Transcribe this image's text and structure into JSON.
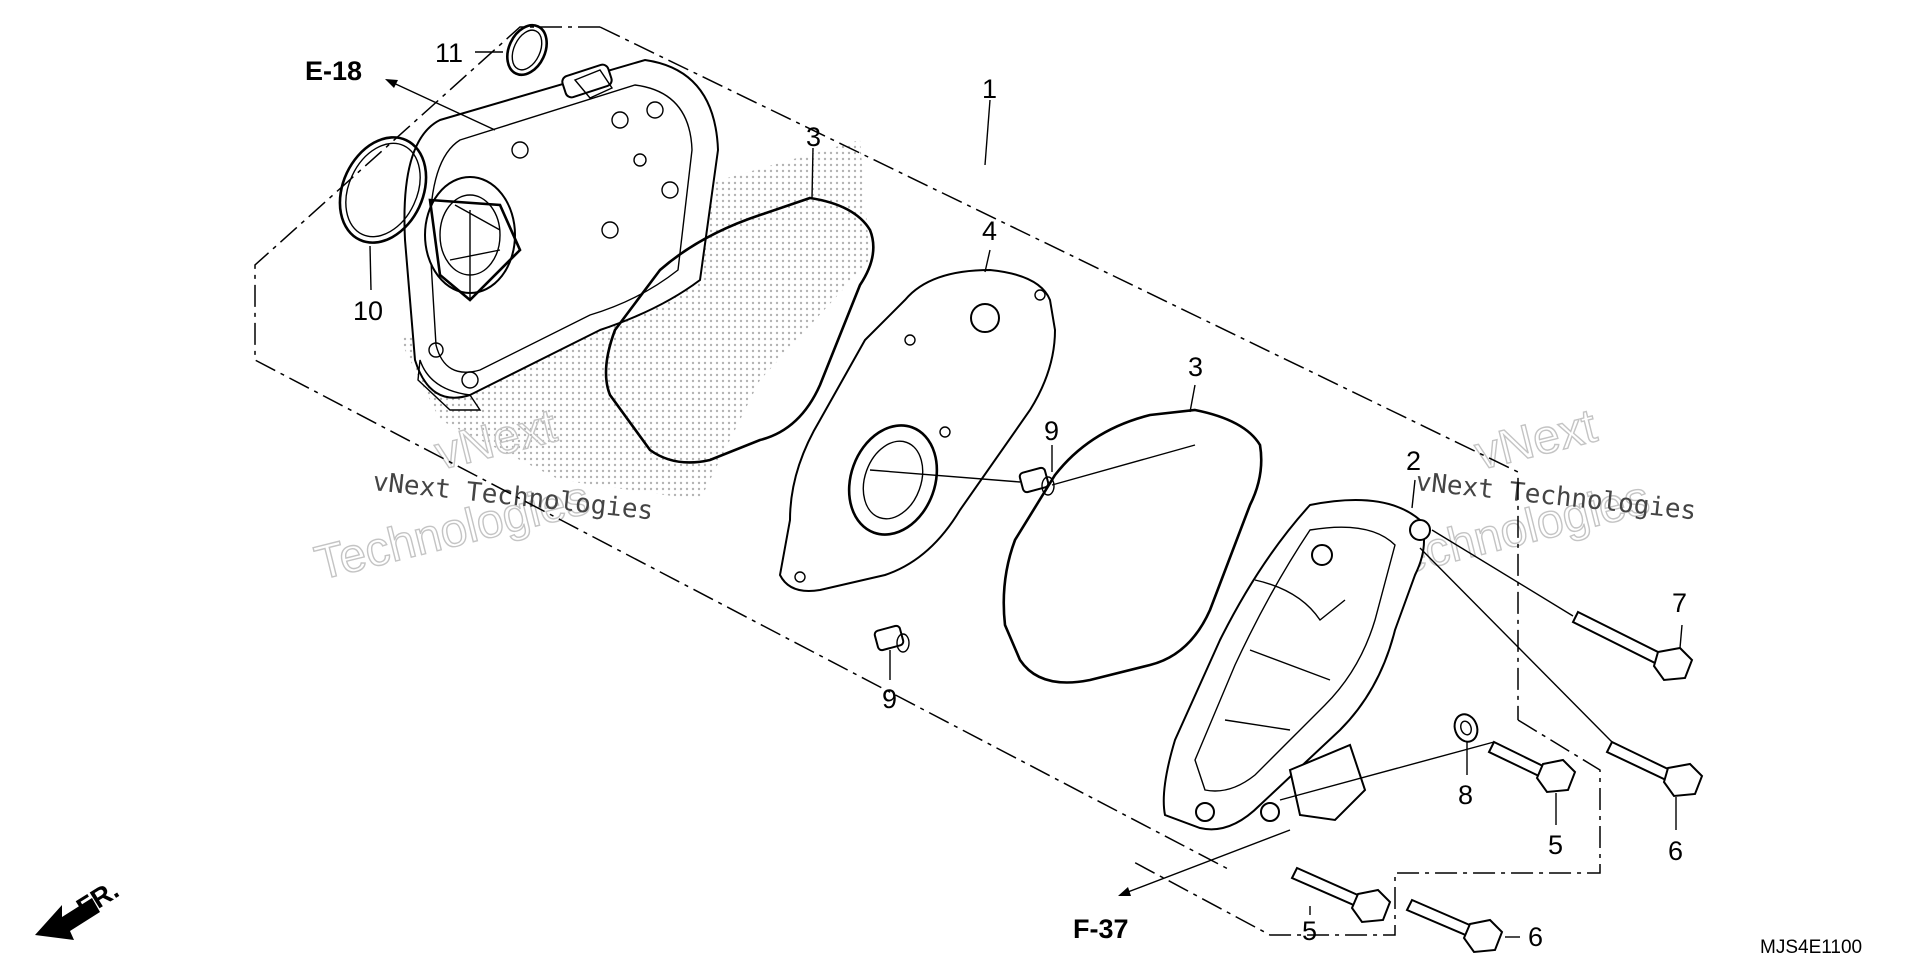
{
  "callouts": {
    "c1": "1",
    "c2": "2",
    "c3a": "3",
    "c3b": "3",
    "c4": "4",
    "c5a": "5",
    "c5b": "5",
    "c6a": "6",
    "c6b": "6",
    "c7": "7",
    "c8": "8",
    "c9a": "9",
    "c9b": "9",
    "c10": "10",
    "c11": "11"
  },
  "refs": {
    "e18": "E-18",
    "f37": "F-37",
    "front": "FR."
  },
  "diagram_code": "MJS4E1100",
  "watermarks": {
    "left_small": "vNext Technologies",
    "left_large": "Technologies",
    "left_large_top": "vNext",
    "right_small": "vNext Technologies",
    "right_large": "Technologies",
    "right_large_top": "vNext"
  },
  "colors": {
    "line": "#000000",
    "background": "#ffffff",
    "watermark": "#c4c4c4",
    "shading": "#9a9a9a"
  }
}
